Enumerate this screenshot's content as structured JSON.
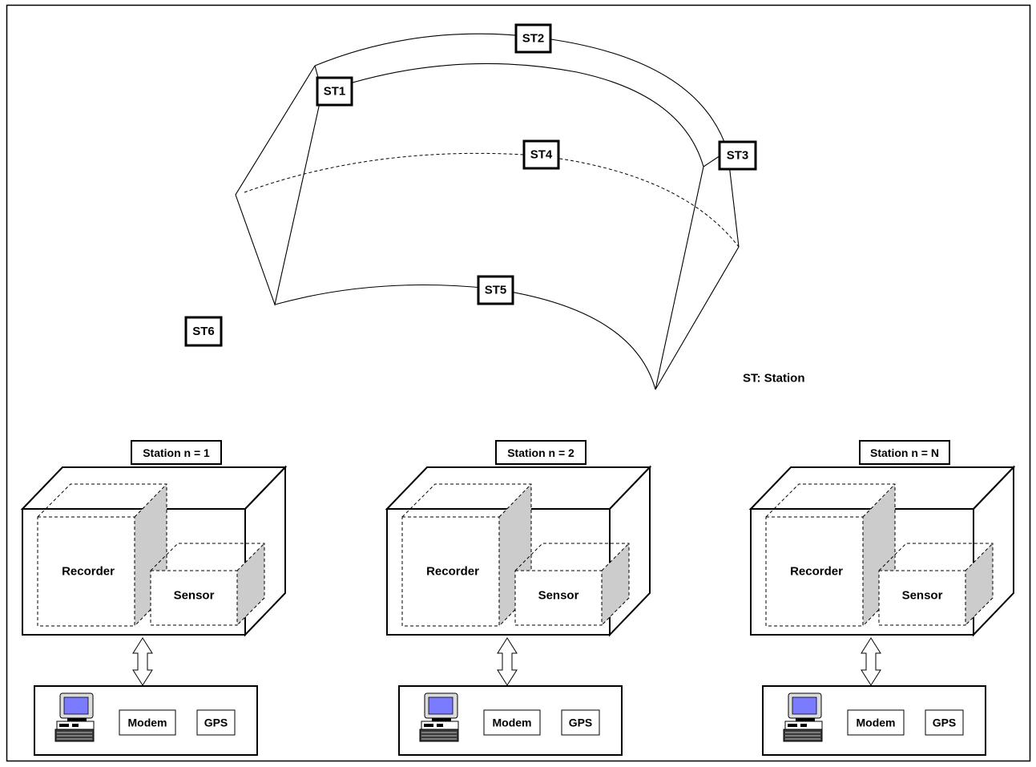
{
  "network": {
    "stations": [
      {
        "id": "st1",
        "label": "ST1"
      },
      {
        "id": "st2",
        "label": "ST2"
      },
      {
        "id": "st3",
        "label": "ST3"
      },
      {
        "id": "st4",
        "label": "ST4"
      },
      {
        "id": "st5",
        "label": "ST5"
      },
      {
        "id": "st6",
        "label": "ST6"
      }
    ],
    "legend": "ST: Station"
  },
  "station_units": [
    {
      "title": "Station n = 1",
      "recorder": "Recorder",
      "sensor": "Sensor",
      "modem": "Modem",
      "gps": "GPS",
      "icon": "computer-icon"
    },
    {
      "title": "Station n = 2",
      "recorder": "Recorder",
      "sensor": "Sensor",
      "modem": "Modem",
      "gps": "GPS",
      "icon": "computer-icon"
    },
    {
      "title": "Station n = N",
      "recorder": "Recorder",
      "sensor": "Sensor",
      "modem": "Modem",
      "gps": "GPS",
      "icon": "computer-icon"
    }
  ],
  "colors": {
    "screen": "#7b7bff",
    "shade": "#cccccc",
    "line": "#000000"
  }
}
